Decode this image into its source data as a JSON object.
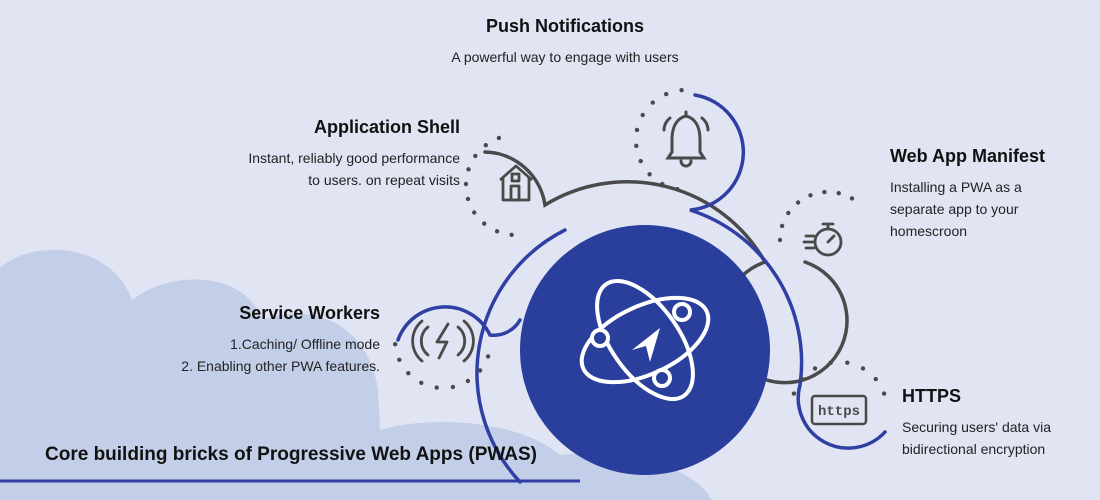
{
  "colors": {
    "background": "#e1e4f3",
    "cloud": "#c3cfe8",
    "accent_blue": "#2f3fa3",
    "hub_blue": "#2a3f9c",
    "gray": "#4a4a4a"
  },
  "title": "Core building bricks of Progressive Web Apps (PWAS)",
  "features": [
    {
      "id": "push-notifications",
      "title": "Push Notifications",
      "lines": [
        "A powerful way to engage with users"
      ],
      "icon": "bell-icon"
    },
    {
      "id": "application-shell",
      "title": "Application Shell",
      "lines": [
        "Instant, reliably good performance",
        "to users. on repeat visits"
      ],
      "icon": "house-icon"
    },
    {
      "id": "web-app-manifest",
      "title": "Web App Manifest",
      "lines": [
        "Installing a PWA as a",
        "separate app to your",
        "homescroon"
      ],
      "icon": "stopwatch-icon"
    },
    {
      "id": "service-workers",
      "title": "Service Workers",
      "lines": [
        "1.Caching/ Offline mode",
        "2. Enabling other PWA features."
      ],
      "icon": "lightning-icon"
    },
    {
      "id": "https",
      "title": "HTTPS",
      "lines": [
        "Securing users' data via",
        "bidirectional encryption"
      ],
      "icon": "https-icon",
      "icon_text": "https"
    }
  ],
  "hub": {
    "icon": "atom-icon"
  }
}
